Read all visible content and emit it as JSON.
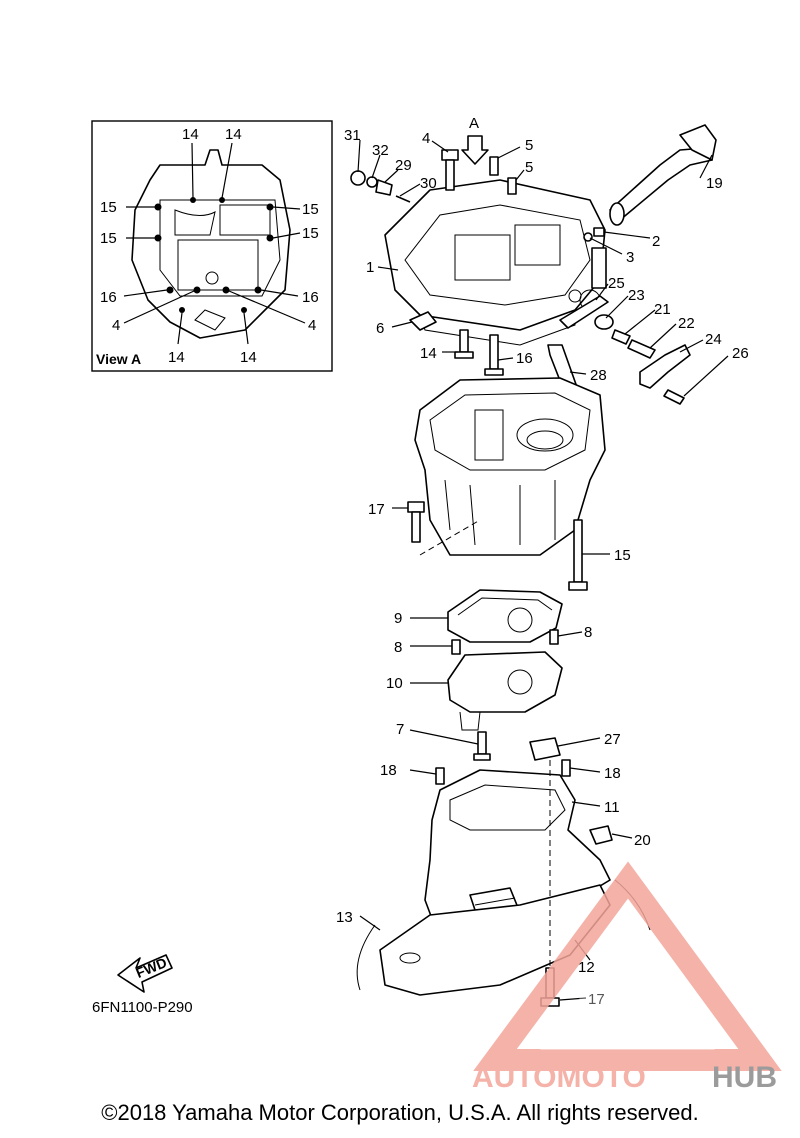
{
  "view_a": {
    "title": "View A",
    "labels": [
      "14",
      "14",
      "15",
      "15",
      "15",
      "15",
      "16",
      "16",
      "4",
      "4",
      "14",
      "14"
    ]
  },
  "callouts": {
    "arrow_a": "A",
    "n1": "1",
    "n2": "2",
    "n3": "3",
    "n4": "4",
    "n5a": "5",
    "n5b": "5",
    "n6": "6",
    "n7": "7",
    "n8a": "8",
    "n8b": "8",
    "n9": "9",
    "n10": "10",
    "n11": "11",
    "n12": "12",
    "n13": "13",
    "n14": "14",
    "n15": "15",
    "n16": "16",
    "n17a": "17",
    "n17b": "17",
    "n18a": "18",
    "n18b": "18",
    "n19": "19",
    "n20": "20",
    "n21": "21",
    "n22": "22",
    "n23": "23",
    "n24": "24",
    "n25": "25",
    "n26": "26",
    "n27": "27",
    "n28": "28",
    "n29": "29",
    "n30": "30",
    "n31": "31",
    "n32": "32"
  },
  "fwd_label": "FWD",
  "part_code": "6FN1100-P290",
  "watermark": {
    "part1": "AUTOMOTO",
    "part2": "HUB",
    "color1": "#f3a59a",
    "color2": "#8a8a8a"
  },
  "copyright": "©2018 Yamaha Motor Corporation, U.S.A. All rights reserved."
}
